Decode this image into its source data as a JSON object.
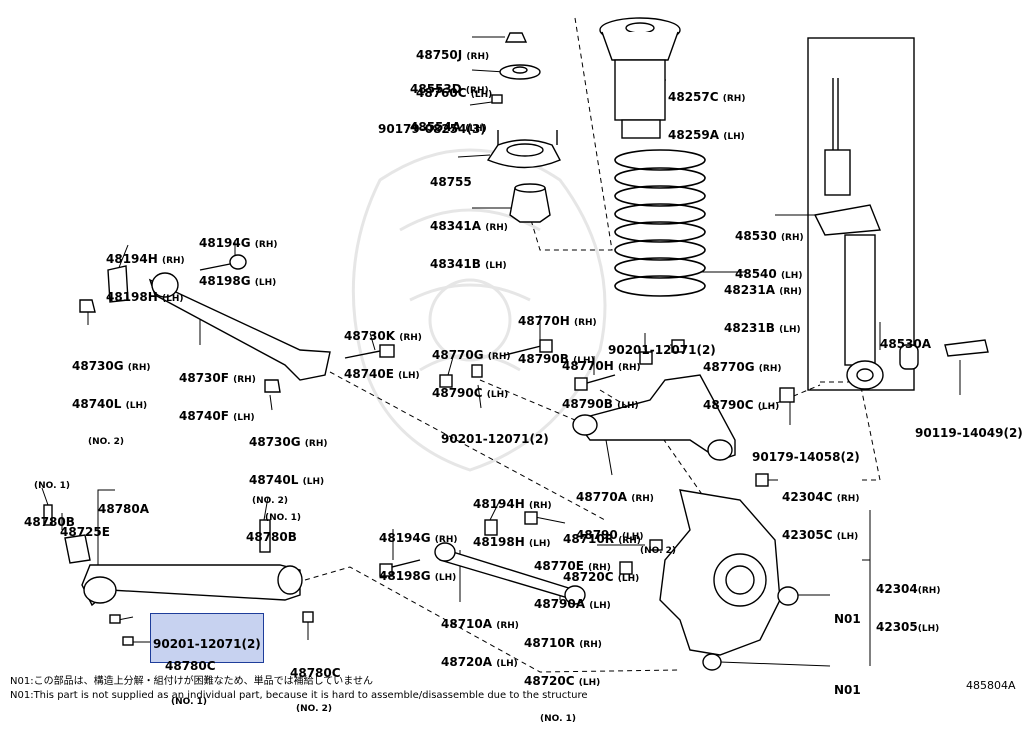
{
  "diagram_id": "485804A",
  "footnotes": {
    "jp": "N01:この部品は、構造上分解・組付けが困難なため、単品では補給していません",
    "en": "N01:This part is not supplied as an individual part, because it is hard to assemble/disassemble due to the structure"
  },
  "callouts": [
    {
      "id": "c1",
      "lines": [
        [
          "48750J",
          "(RH)"
        ],
        [
          "48760C",
          "(LH)"
        ]
      ]
    },
    {
      "id": "c2",
      "lines": [
        [
          "48553D",
          "(RH)"
        ],
        [
          "48554A",
          "(LH)"
        ]
      ]
    },
    {
      "id": "c3",
      "lines": [
        [
          "90179-08254(3)",
          ""
        ]
      ]
    },
    {
      "id": "c4",
      "lines": [
        [
          "48755",
          ""
        ]
      ]
    },
    {
      "id": "c5",
      "lines": [
        [
          "48341A",
          "(RH)"
        ],
        [
          "48341B",
          "(LH)"
        ]
      ]
    },
    {
      "id": "c6",
      "lines": [
        [
          "48257C",
          "(RH)"
        ],
        [
          "48259A",
          "(LH)"
        ]
      ]
    },
    {
      "id": "c7",
      "lines": [
        [
          "48530",
          "(RH)"
        ],
        [
          "48540",
          "(LH)"
        ]
      ]
    },
    {
      "id": "c8",
      "lines": [
        [
          "48231A",
          "(RH)"
        ],
        [
          "48231B",
          "(LH)"
        ]
      ]
    },
    {
      "id": "c9",
      "lines": [
        [
          "48530A",
          ""
        ]
      ]
    },
    {
      "id": "c10",
      "lines": [
        [
          "90119-14049(2)",
          ""
        ]
      ]
    },
    {
      "id": "c11",
      "lines": [
        [
          "48194H",
          "(RH)"
        ],
        [
          "48198H",
          "(LH)"
        ]
      ]
    },
    {
      "id": "c12",
      "lines": [
        [
          "48194G",
          "(RH)"
        ],
        [
          "48198G",
          "(LH)"
        ]
      ]
    },
    {
      "id": "c13",
      "lines": [
        [
          "48730G",
          "(RH)"
        ],
        [
          "48740L",
          "(LH)"
        ],
        [
          "(NO. 2)",
          ""
        ]
      ]
    },
    {
      "id": "c14",
      "lines": [
        [
          "48730F",
          "(RH)"
        ],
        [
          "48740F",
          "(LH)"
        ]
      ]
    },
    {
      "id": "c15",
      "lines": [
        [
          "48730K",
          "(RH)"
        ],
        [
          "48740E",
          "(LH)"
        ]
      ]
    },
    {
      "id": "c16",
      "lines": [
        [
          "48770G",
          "(RH)"
        ],
        [
          "48790C",
          "(LH)"
        ]
      ]
    },
    {
      "id": "c17",
      "lines": [
        [
          "48770H",
          "(RH)"
        ],
        [
          "48790B",
          "(LH)"
        ]
      ]
    },
    {
      "id": "c18",
      "lines": [
        [
          "90201-12071(2)",
          ""
        ]
      ]
    },
    {
      "id": "c19",
      "lines": [
        [
          "48770H",
          "(RH)"
        ],
        [
          "48790B",
          "(LH)"
        ]
      ]
    },
    {
      "id": "c20",
      "lines": [
        [
          "48770G",
          "(RH)"
        ],
        [
          "48790C",
          "(LH)"
        ]
      ]
    },
    {
      "id": "c21",
      "lines": [
        [
          "90201-12071(2)",
          ""
        ]
      ]
    },
    {
      "id": "c22",
      "lines": [
        [
          "90179-14058(2)",
          ""
        ]
      ]
    },
    {
      "id": "c23",
      "lines": [
        [
          "48730G",
          "(RH)"
        ],
        [
          "48740L",
          "(LH)"
        ],
        [
          "(NO. 1)",
          ""
        ]
      ]
    },
    {
      "id": "c24",
      "lines": [
        [
          "48770A",
          "(RH)"
        ],
        [
          "48790",
          "(LH)"
        ]
      ]
    },
    {
      "id": "c25",
      "lines": [
        [
          "42304C",
          "(RH)"
        ],
        [
          "42305C",
          "(LH)"
        ]
      ]
    },
    {
      "id": "c26",
      "lines": [
        [
          "(NO. 1)",
          ""
        ],
        [
          "48780B",
          ""
        ]
      ]
    },
    {
      "id": "c27",
      "lines": [
        [
          "48780A",
          ""
        ]
      ]
    },
    {
      "id": "c28",
      "lines": [
        [
          "(NO. 2)",
          ""
        ],
        [
          "48780B",
          ""
        ]
      ]
    },
    {
      "id": "c29",
      "lines": [
        [
          "48725E",
          ""
        ]
      ]
    },
    {
      "id": "c30",
      "lines": [
        [
          "48194H",
          "(RH)"
        ],
        [
          "48198H",
          "(LH)"
        ]
      ]
    },
    {
      "id": "c31",
      "lines": [
        [
          "48194G",
          "(RH)"
        ],
        [
          "48198G",
          "(LH)"
        ]
      ]
    },
    {
      "id": "c32",
      "lines": [
        [
          "48710R",
          "(RH)"
        ],
        [
          "48720C",
          "(LH)"
        ]
      ]
    },
    {
      "id": "c33",
      "lines": [
        [
          "48770E",
          "(RH)"
        ],
        [
          "48790A",
          "(LH)"
        ]
      ]
    },
    {
      "id": "c34",
      "lines": [
        [
          "(NO. 2)",
          ""
        ]
      ]
    },
    {
      "id": "c35",
      "lines": [
        [
          "42304",
          "(RH)"
        ],
        [
          "42305",
          "(LH)"
        ]
      ]
    },
    {
      "id": "c36",
      "lines": [
        [
          "48710A",
          "(RH)"
        ],
        [
          "48720A",
          "(LH)"
        ]
      ]
    },
    {
      "id": "c37",
      "lines": [
        [
          "48710R",
          "(RH)"
        ],
        [
          "48720C",
          "(LH)"
        ],
        [
          "(NO. 1)",
          ""
        ]
      ]
    },
    {
      "id": "c38",
      "lines": [
        [
          "90201-12071(2)",
          ""
        ]
      ]
    },
    {
      "id": "c39",
      "lines": [
        [
          "48780C",
          ""
        ],
        [
          "(NO. 1)",
          ""
        ]
      ]
    },
    {
      "id": "c40",
      "lines": [
        [
          "48780C",
          ""
        ],
        [
          "(NO. 2)",
          ""
        ]
      ]
    },
    {
      "id": "c41",
      "lines": [
        [
          "N01",
          ""
        ]
      ]
    },
    {
      "id": "c42",
      "lines": [
        [
          "N01",
          ""
        ]
      ]
    }
  ]
}
